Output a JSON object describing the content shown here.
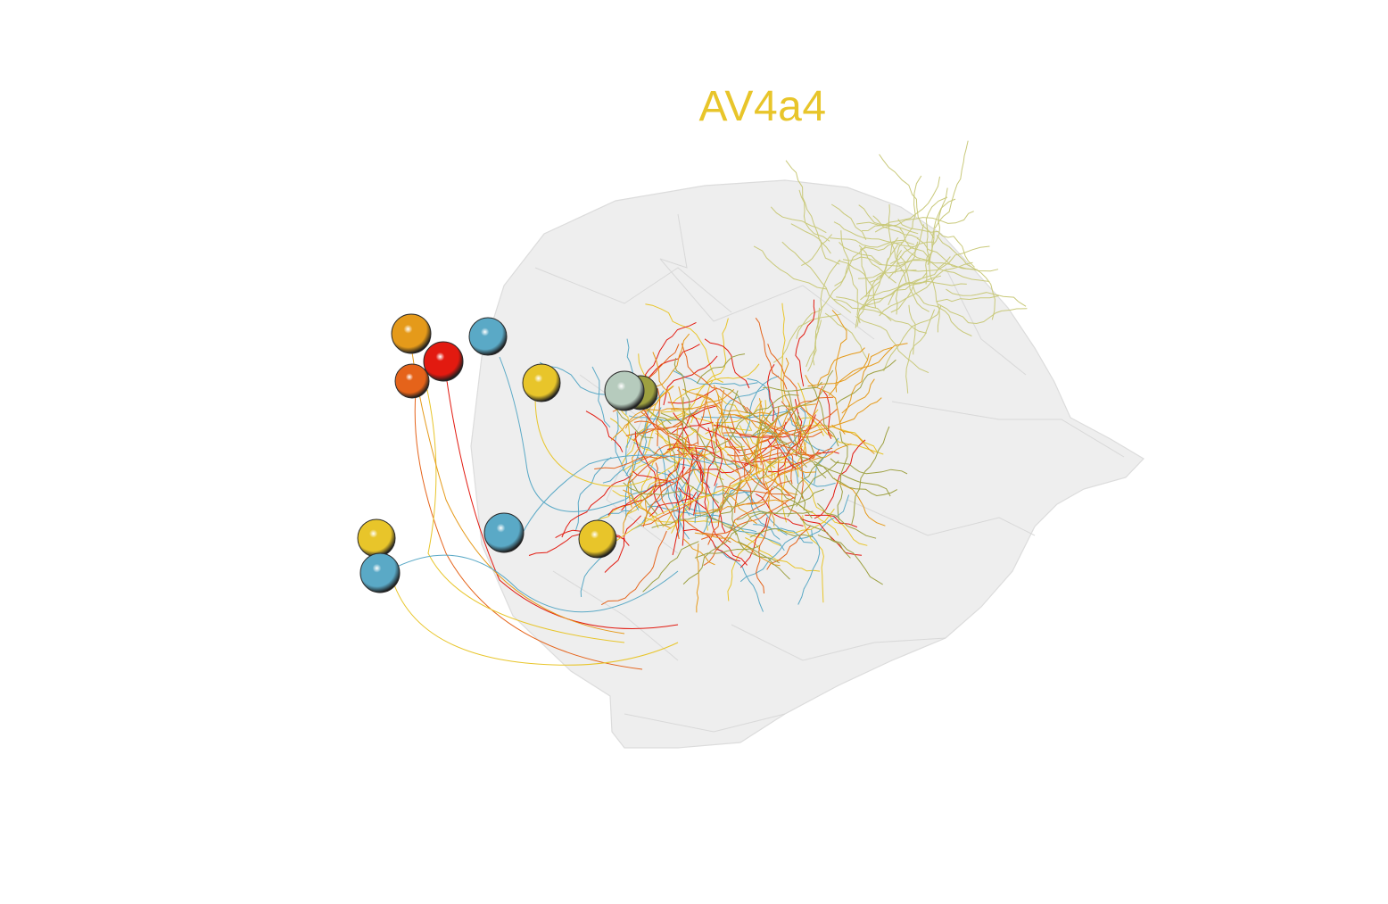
{
  "title": "AV4a4",
  "colors": {
    "title": "#e8c52a",
    "volume": "#cccccc",
    "neuron_orange": "#e59a1a",
    "neuron_red": "#e21a10",
    "neuron_darkorange": "#e5631a",
    "neuron_blue": "#5aa9c6",
    "neuron_yellow": "#e8c52a",
    "neuron_grey": "#b6cbbd",
    "neuron_olive": "#9da040",
    "neuron_khaki": "#c9c97a"
  },
  "somata": [
    {
      "color": "neuron_orange",
      "icon": "sphere-icon"
    },
    {
      "color": "neuron_blue",
      "icon": "sphere-icon"
    },
    {
      "color": "neuron_red",
      "icon": "sphere-icon"
    },
    {
      "color": "neuron_darkorange",
      "icon": "sphere-icon"
    },
    {
      "color": "neuron_yellow",
      "icon": "sphere-icon"
    },
    {
      "color": "neuron_olive",
      "icon": "sphere-icon"
    },
    {
      "color": "neuron_grey",
      "icon": "sphere-icon"
    },
    {
      "color": "neuron_yellow",
      "icon": "sphere-icon"
    },
    {
      "color": "neuron_blue",
      "icon": "sphere-icon"
    },
    {
      "color": "neuron_yellow",
      "icon": "sphere-icon"
    },
    {
      "color": "neuron_blue",
      "icon": "sphere-icon"
    }
  ]
}
